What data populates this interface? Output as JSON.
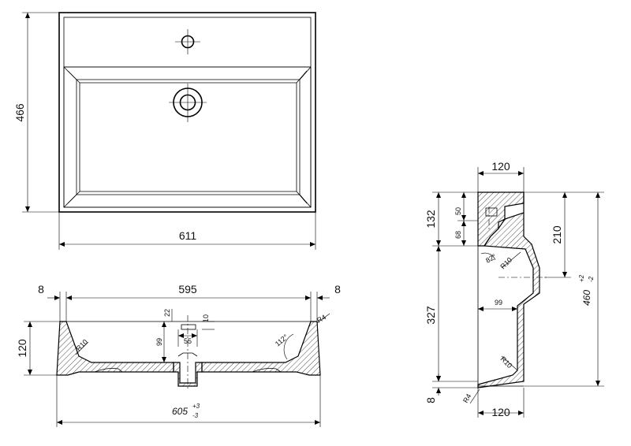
{
  "top_view": {
    "width_label": "611",
    "depth_label": "466"
  },
  "front_section": {
    "inner_width_label": "595",
    "left_rim_label": "8",
    "right_rim_label": "8",
    "height_label": "120",
    "overall_width_label": "605",
    "overall_tol_plus": "+3",
    "overall_tol_minus": "-3",
    "radius_inner_label": "R10",
    "radius_edge_label": "R4",
    "angle_label": "112°",
    "drain_depth_22": "22",
    "drain_depth_99": "99",
    "drain_width_55": "55",
    "drain_10": "10"
  },
  "side_section": {
    "top_width_label": "120",
    "bottom_width_label": "120",
    "dim_50": "50",
    "dim_68": "68",
    "dim_132": "132",
    "dim_210": "210",
    "dim_327": "327",
    "dim_8": "8",
    "dim_99": "99",
    "overall_height_label": "460",
    "overall_tol_plus": "+2",
    "overall_tol_minus": "-2",
    "angle_label": "82°",
    "radius_upper_label": "R10",
    "radius_lower_label": "R10",
    "radius_edge_label": "R4"
  }
}
